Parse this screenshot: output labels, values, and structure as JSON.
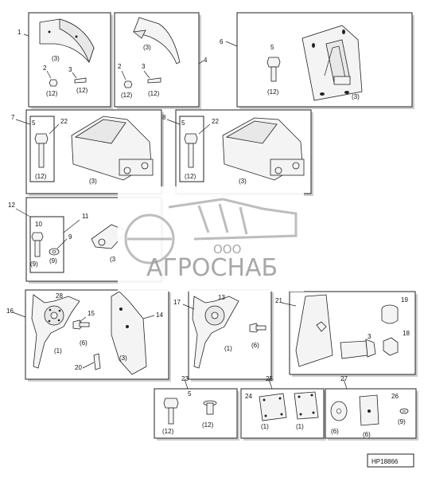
{
  "diagram": {
    "figure_id": "HP18866",
    "callouts": {
      "c1": "1",
      "c2a": "2",
      "c3a": "3",
      "q3a": "(3)",
      "q12a": "(12)",
      "q12b": "(12)",
      "c2b": "2",
      "c3b": "3",
      "c4": "4",
      "q3b": "(3)",
      "q12c": "(12)",
      "q12d": "(12)",
      "c6": "6",
      "c5a": "5",
      "q12e": "(12)",
      "q3c": "(3)",
      "c7": "7",
      "c5b": "5",
      "c22a": "22",
      "q12f": "(12)",
      "q3d": "(3)",
      "c8": "8",
      "c5c": "5",
      "c22b": "22",
      "q12g": "(12)",
      "q3e": "(3)",
      "c12": "12",
      "c10": "10",
      "c11": "11",
      "c9": "9",
      "q9a": "(9)",
      "q9b": "(9)",
      "q3f": "(3",
      "c16": "16",
      "c28": "28",
      "c15": "15",
      "c14": "14",
      "q6a": "(6)",
      "q1a": "(1)",
      "c20": "20",
      "q3g": "(3)",
      "c17": "17",
      "c13": "13",
      "q1b": "(1)",
      "q6b": "(6)",
      "c21": "21",
      "c19": "19",
      "c18": "18",
      "c3c": "3",
      "c23": "23",
      "c5d": "5",
      "q12h": "(12)",
      "q12i": "(12)",
      "c25": "25",
      "c24": "24",
      "q1c": "(1)",
      "q1d": "(1)",
      "c27": "27",
      "c26": "26",
      "q6c": "(6)",
      "q6d": "(6)",
      "q9c": "(9)"
    }
  },
  "watermark": {
    "text_small": "ООО",
    "text_large": "АГРОСНАБ"
  }
}
